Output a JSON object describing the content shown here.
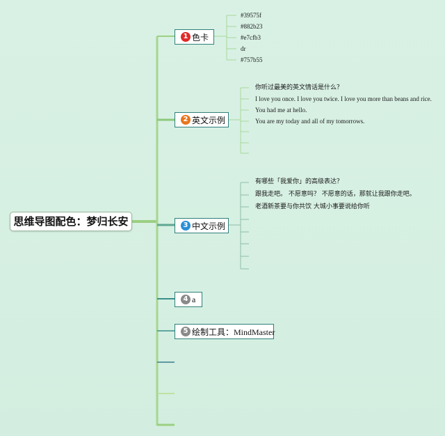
{
  "root": {
    "label": "思维导图配色：梦归长安"
  },
  "colors": {
    "background": "#d7f0e3",
    "trunk": "#9ccf82",
    "branch_dark": "#3a8f8a",
    "branch_green": "#8cc97a",
    "leaf_line": "#a8d79a",
    "topic_border": "#2f7f7a",
    "badge_red": "#e02a2a",
    "badge_orange": "#e8761e",
    "badge_blue": "#2a8fd6",
    "badge_gray": "#8a8a8a"
  },
  "topics": [
    {
      "number": "1",
      "label": "色卡",
      "badge_color": "#e02a2a",
      "children": [
        "#39575f",
        "#882b23",
        "#e7cfb3",
        "dr",
        "#757b55"
      ]
    },
    {
      "number": "2",
      "label": "英文示例",
      "badge_color": "#e8761e",
      "children": [
        "你听过最美的英文情话是什么？",
        "I love you once. I love you twice. I love you more than beans and rice.",
        "You had me at hello.",
        "You are my today and all of my tomorrows."
      ]
    },
    {
      "number": "3",
      "label": "中文示例",
      "badge_color": "#2a8fd6",
      "children": [
        "有哪些「我爱你」的高级表达？",
        "跟我走吧。 不愿意吗？ 不愿意的话，那就让我跟你走吧。",
        "老酒新茶要与你共饮 大城小事要说给你听"
      ]
    },
    {
      "number": "4",
      "label": "a",
      "badge_color": "#8a8a8a",
      "children": []
    },
    {
      "number": "5",
      "label": "绘制工具：MindMaster",
      "badge_color": "#8a8a8a",
      "children": []
    }
  ]
}
